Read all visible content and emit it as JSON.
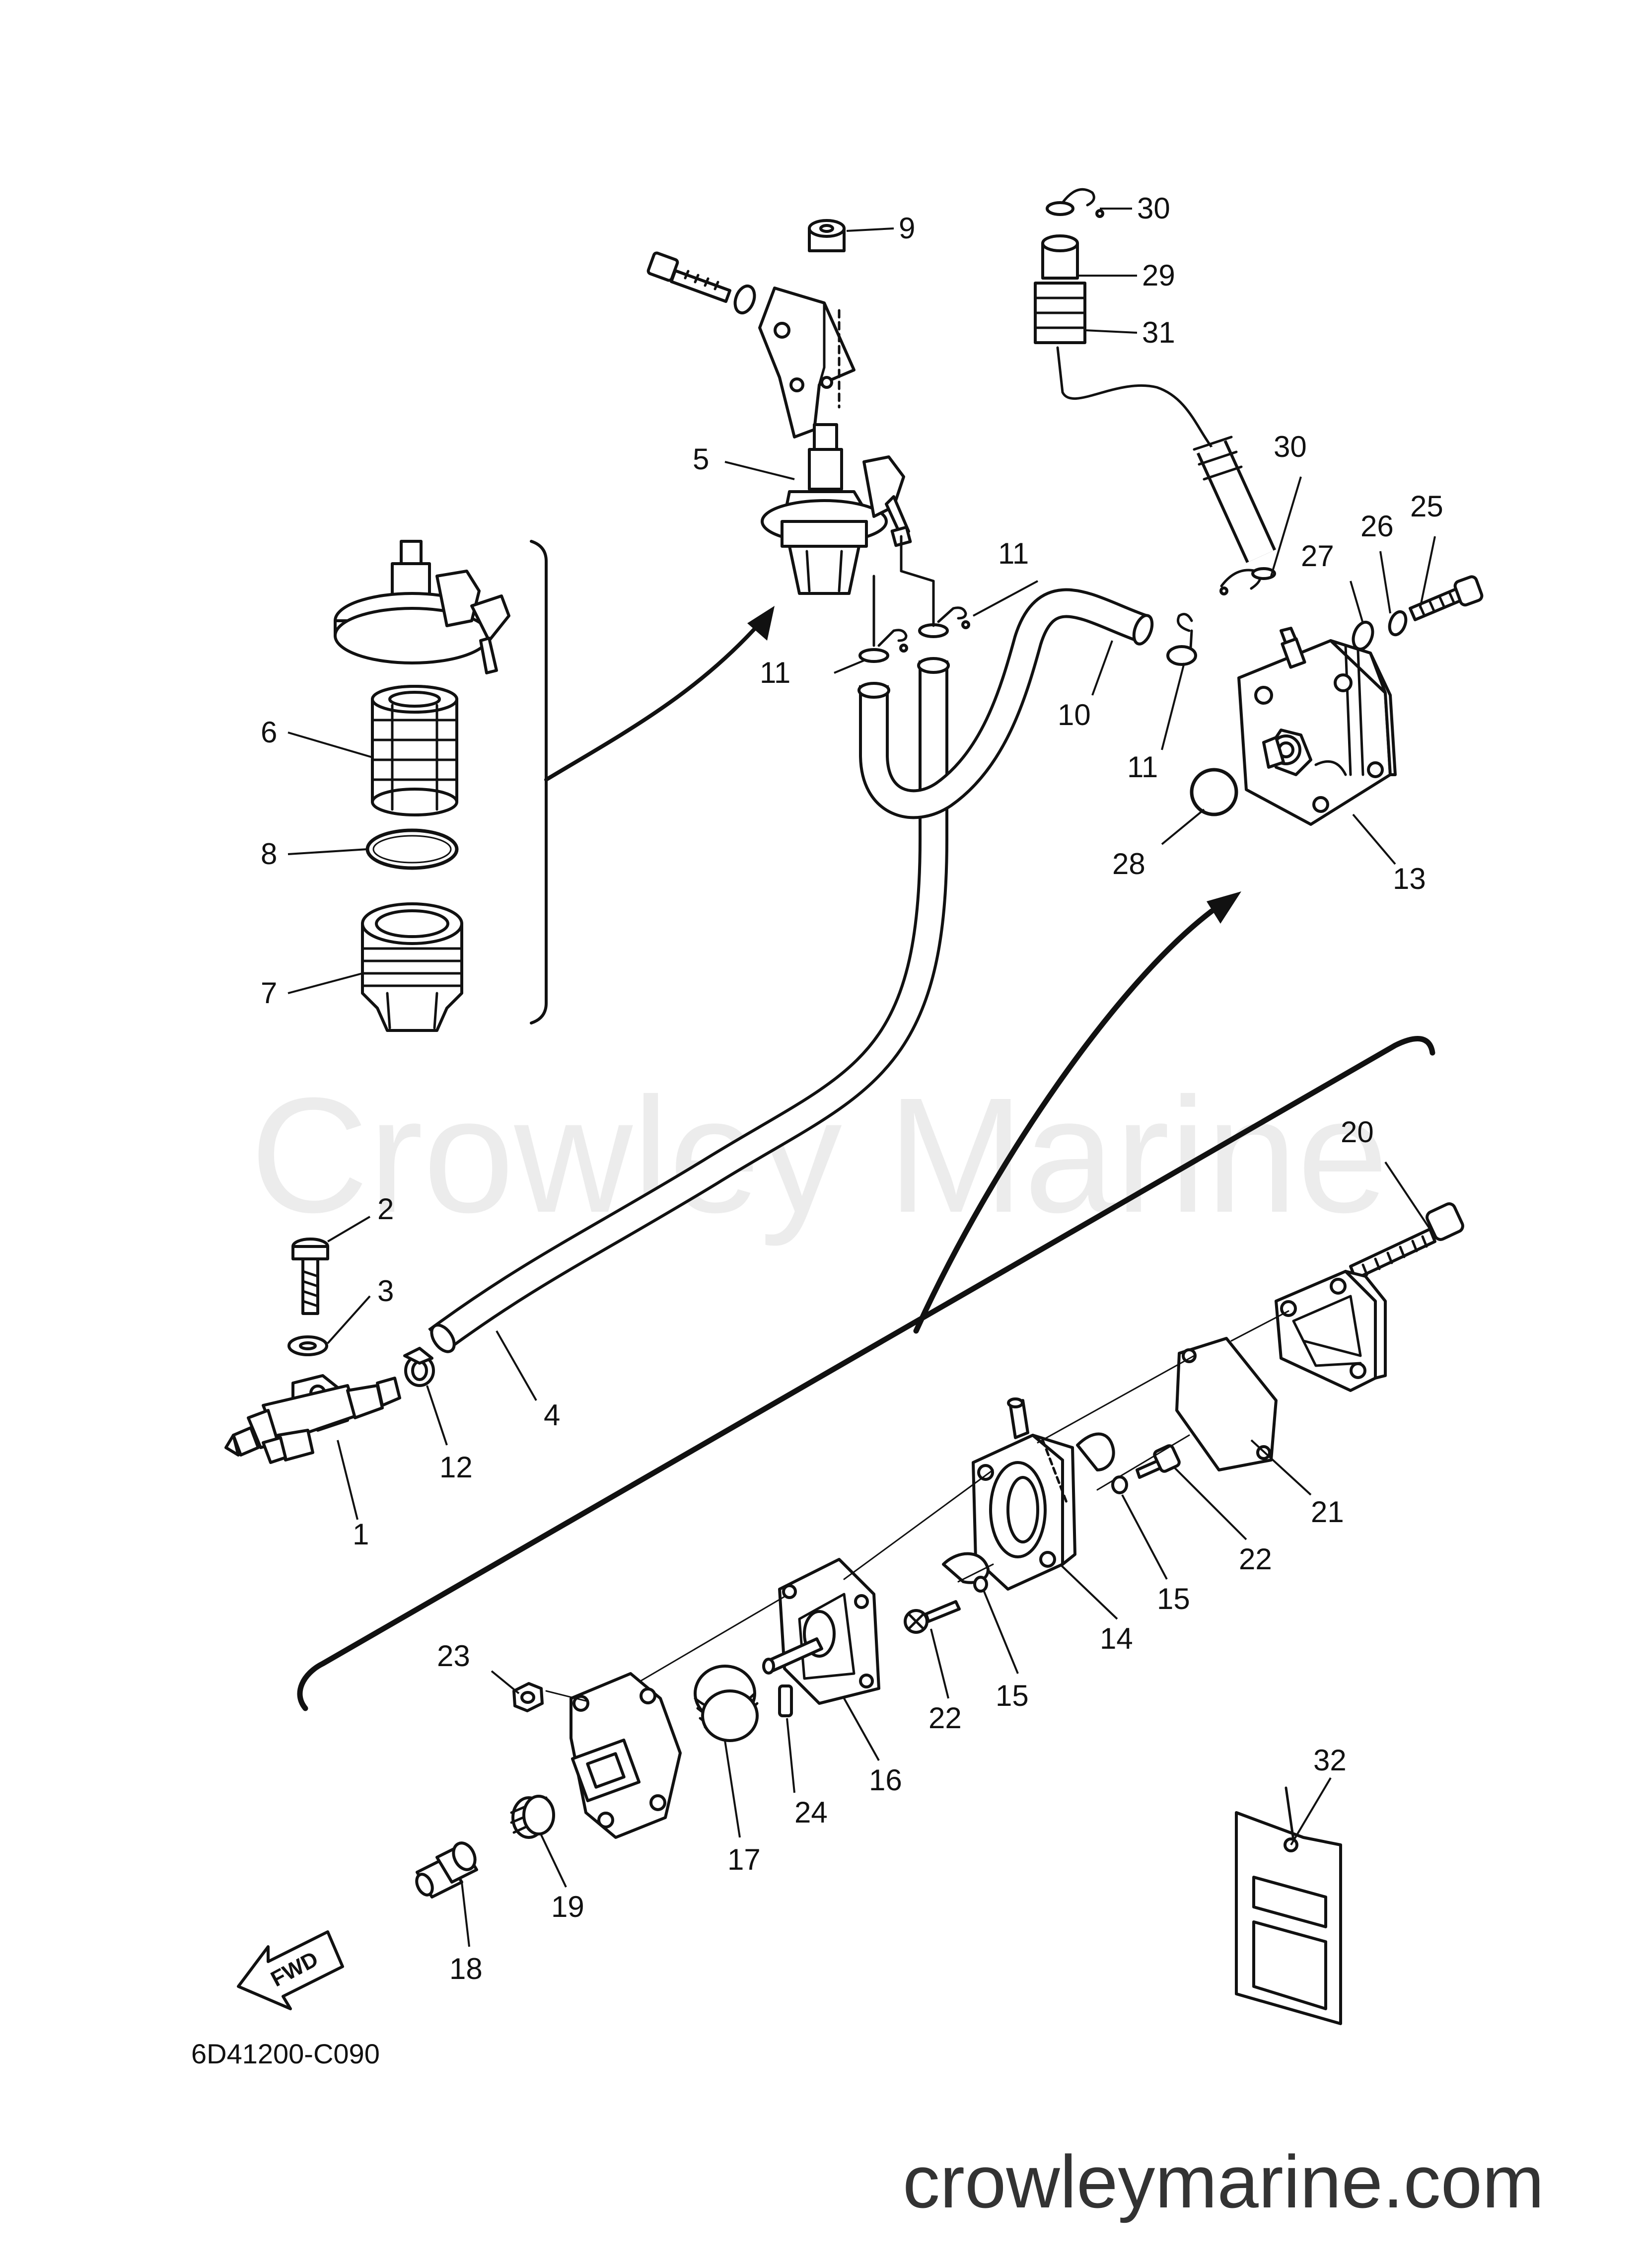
{
  "diagram": {
    "watermark": "Crowley Marine",
    "footer_url": "crowleymarine.com",
    "code": "6D41200-C090",
    "fwd_label": "FWD",
    "callouts": [
      {
        "id": "c30a",
        "text": "30"
      },
      {
        "id": "c9",
        "text": "9"
      },
      {
        "id": "c29",
        "text": "29"
      },
      {
        "id": "c31",
        "text": "31"
      },
      {
        "id": "c5",
        "text": "5"
      },
      {
        "id": "c30b",
        "text": "30"
      },
      {
        "id": "c25",
        "text": "25"
      },
      {
        "id": "c26",
        "text": "26"
      },
      {
        "id": "c27",
        "text": "27"
      },
      {
        "id": "c11a",
        "text": "11"
      },
      {
        "id": "c11b",
        "text": "11"
      },
      {
        "id": "c10",
        "text": "10"
      },
      {
        "id": "c11c",
        "text": "11"
      },
      {
        "id": "c6",
        "text": "6"
      },
      {
        "id": "c8",
        "text": "8"
      },
      {
        "id": "c28",
        "text": "28"
      },
      {
        "id": "c13",
        "text": "13"
      },
      {
        "id": "c7",
        "text": "7"
      },
      {
        "id": "c20",
        "text": "20"
      },
      {
        "id": "c2",
        "text": "2"
      },
      {
        "id": "c3",
        "text": "3"
      },
      {
        "id": "c4",
        "text": "4"
      },
      {
        "id": "c12",
        "text": "12"
      },
      {
        "id": "c1",
        "text": "1"
      },
      {
        "id": "c21",
        "text": "21"
      },
      {
        "id": "c22a",
        "text": "22"
      },
      {
        "id": "c15a",
        "text": "15"
      },
      {
        "id": "c14",
        "text": "14"
      },
      {
        "id": "c23",
        "text": "23"
      },
      {
        "id": "c15b",
        "text": "15"
      },
      {
        "id": "c22b",
        "text": "22"
      },
      {
        "id": "c16",
        "text": "16"
      },
      {
        "id": "c17",
        "text": "17"
      },
      {
        "id": "c24",
        "text": "24"
      },
      {
        "id": "c32",
        "text": "32"
      },
      {
        "id": "c19",
        "text": "19"
      },
      {
        "id": "c18",
        "text": "18"
      }
    ]
  }
}
